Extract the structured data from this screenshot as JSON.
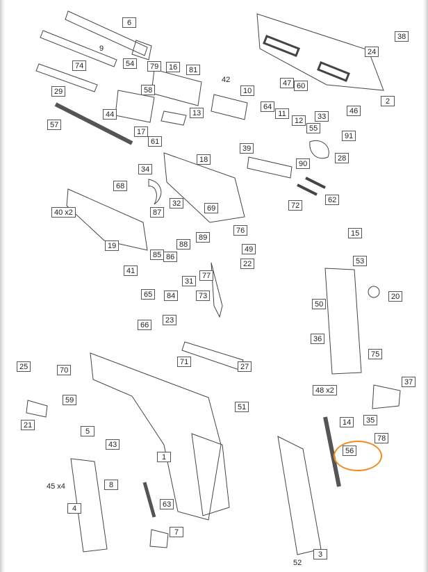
{
  "labels": [
    {
      "id": "6",
      "text": "6"
    },
    {
      "id": "9",
      "text": "9"
    },
    {
      "id": "74",
      "text": "74"
    },
    {
      "id": "54",
      "text": "54"
    },
    {
      "id": "79",
      "text": "79"
    },
    {
      "id": "16",
      "text": "16"
    },
    {
      "id": "81",
      "text": "81"
    },
    {
      "id": "29",
      "text": "29"
    },
    {
      "id": "58",
      "text": "58"
    },
    {
      "id": "42",
      "text": "42"
    },
    {
      "id": "10",
      "text": "10"
    },
    {
      "id": "47",
      "text": "47"
    },
    {
      "id": "60",
      "text": "60"
    },
    {
      "id": "38",
      "text": "38"
    },
    {
      "id": "24",
      "text": "24"
    },
    {
      "id": "2",
      "text": "2"
    },
    {
      "id": "44",
      "text": "44"
    },
    {
      "id": "13",
      "text": "13"
    },
    {
      "id": "57",
      "text": "57"
    },
    {
      "id": "17",
      "text": "17"
    },
    {
      "id": "64",
      "text": "64"
    },
    {
      "id": "11",
      "text": "11"
    },
    {
      "id": "33",
      "text": "33"
    },
    {
      "id": "46",
      "text": "46"
    },
    {
      "id": "12",
      "text": "12"
    },
    {
      "id": "55",
      "text": "55"
    },
    {
      "id": "91",
      "text": "91"
    },
    {
      "id": "61",
      "text": "61"
    },
    {
      "id": "39",
      "text": "39"
    },
    {
      "id": "28",
      "text": "28"
    },
    {
      "id": "90",
      "text": "90"
    },
    {
      "id": "34",
      "text": "34"
    },
    {
      "id": "18",
      "text": "18"
    },
    {
      "id": "68",
      "text": "68"
    },
    {
      "id": "72",
      "text": "72"
    },
    {
      "id": "62",
      "text": "62"
    },
    {
      "id": "32",
      "text": "32"
    },
    {
      "id": "69",
      "text": "69"
    },
    {
      "id": "40",
      "text": "40 x2"
    },
    {
      "id": "87",
      "text": "87"
    },
    {
      "id": "76",
      "text": "76"
    },
    {
      "id": "15",
      "text": "15"
    },
    {
      "id": "89",
      "text": "89"
    },
    {
      "id": "19",
      "text": "19"
    },
    {
      "id": "88",
      "text": "88"
    },
    {
      "id": "49",
      "text": "49"
    },
    {
      "id": "53",
      "text": "53"
    },
    {
      "id": "85",
      "text": "85"
    },
    {
      "id": "86",
      "text": "86"
    },
    {
      "id": "22",
      "text": "22"
    },
    {
      "id": "41",
      "text": "41"
    },
    {
      "id": "31",
      "text": "31"
    },
    {
      "id": "77",
      "text": "77"
    },
    {
      "id": "65",
      "text": "65"
    },
    {
      "id": "84",
      "text": "84"
    },
    {
      "id": "73",
      "text": "73"
    },
    {
      "id": "50",
      "text": "50"
    },
    {
      "id": "20",
      "text": "20"
    },
    {
      "id": "66",
      "text": "66"
    },
    {
      "id": "23",
      "text": "23"
    },
    {
      "id": "36",
      "text": "36"
    },
    {
      "id": "75",
      "text": "75"
    },
    {
      "id": "25",
      "text": "25"
    },
    {
      "id": "70",
      "text": "70"
    },
    {
      "id": "71",
      "text": "71"
    },
    {
      "id": "27",
      "text": "27"
    },
    {
      "id": "37",
      "text": "37"
    },
    {
      "id": "48",
      "text": "48 x2"
    },
    {
      "id": "59",
      "text": "59"
    },
    {
      "id": "51",
      "text": "51"
    },
    {
      "id": "21",
      "text": "21"
    },
    {
      "id": "5",
      "text": "5"
    },
    {
      "id": "14",
      "text": "14"
    },
    {
      "id": "35",
      "text": "35"
    },
    {
      "id": "43",
      "text": "43"
    },
    {
      "id": "78",
      "text": "78"
    },
    {
      "id": "1",
      "text": "1"
    },
    {
      "id": "56",
      "text": "56"
    },
    {
      "id": "8",
      "text": "8"
    },
    {
      "id": "45",
      "text": "45 x4"
    },
    {
      "id": "63",
      "text": "63"
    },
    {
      "id": "4",
      "text": "4"
    },
    {
      "id": "7",
      "text": "7"
    },
    {
      "id": "52",
      "text": "52"
    },
    {
      "id": "3",
      "text": "3"
    }
  ],
  "highlight": {
    "part": "56",
    "color": "#f28c1d"
  },
  "icons": [
    "part-outline-icon"
  ]
}
